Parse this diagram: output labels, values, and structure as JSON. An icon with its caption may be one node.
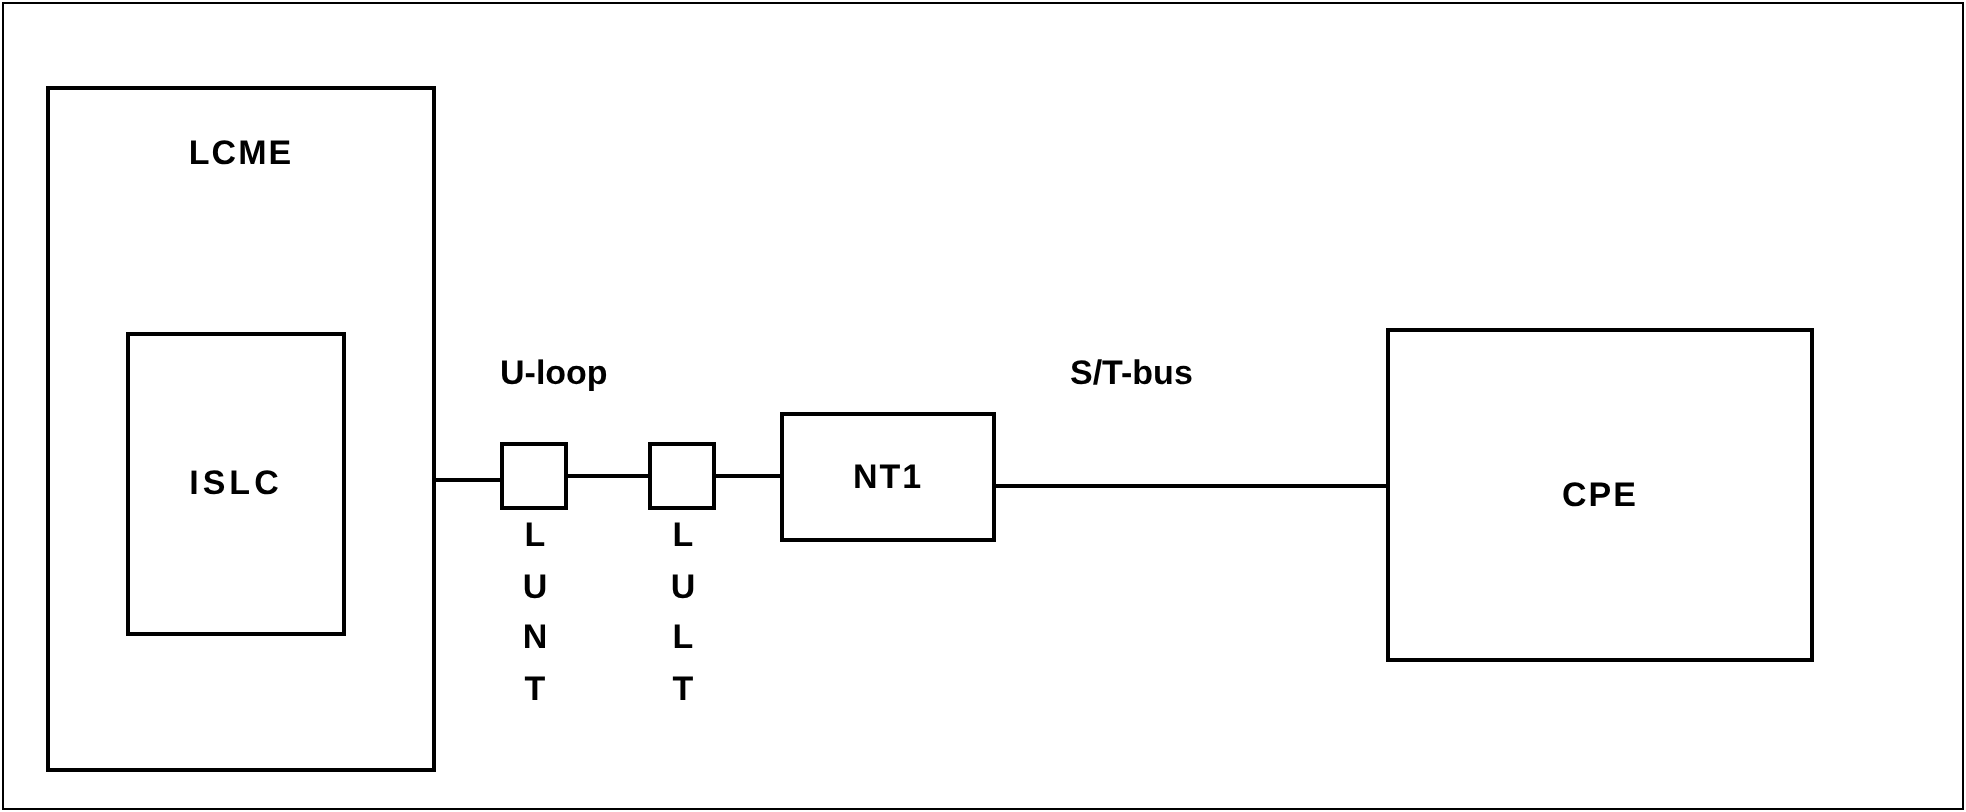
{
  "diagram": {
    "nodes": [
      {
        "text": [
          "LCME"
        ]
      },
      {
        "text": [
          "ISLC"
        ],
        "in": 0
      },
      {
        "text": [],
        "shape": "box",
        "beside": [
          "LUNT"
        ]
      },
      {
        "text": [],
        "shape": "box",
        "beside": [
          "LULT"
        ]
      },
      {
        "text": [
          "NT1"
        ]
      },
      {
        "text": [
          "CPE"
        ]
      }
    ],
    "edges": [
      {
        "from": 1,
        "to": 2,
        "arrow": "none"
      },
      {
        "from": 2,
        "to": 3,
        "arrow": "none"
      },
      {
        "from": 3,
        "to": 4,
        "arrow": "none"
      },
      {
        "from": 4,
        "to": 5,
        "arrow": "none"
      }
    ],
    "labels": [
      "U-loop",
      "S/T-bus"
    ]
  }
}
